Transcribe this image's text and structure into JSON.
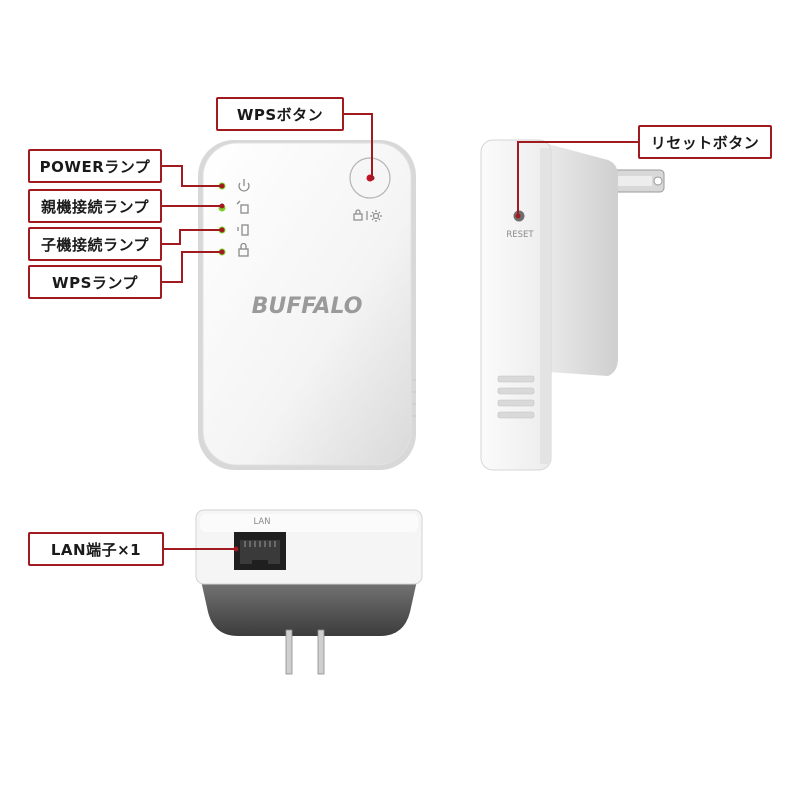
{
  "labels": {
    "wps_button": "WPSボタン",
    "reset_button": "リセットボタン",
    "power_lamp": "POWERランプ",
    "parent_lamp": "親機接続ランプ",
    "child_lamp": "子機接続ランプ",
    "wps_lamp": "WPSランプ",
    "lan_port": "LAN端子×1"
  },
  "device": {
    "brand": "BUFFALO",
    "reset_text": "RESET",
    "lan_text": "LAN"
  },
  "colors": {
    "callout_border": "#a11a1f",
    "led_green": "#7ccf2a",
    "button_dot": "#c8102e"
  }
}
